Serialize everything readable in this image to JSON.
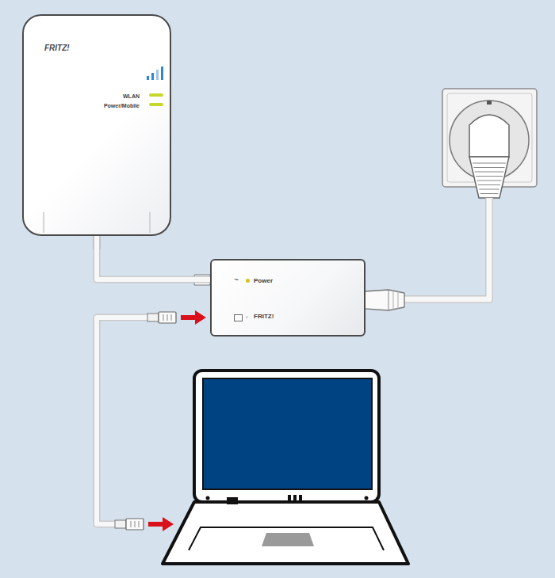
{
  "diagram": {
    "nodes": [
      {
        "text": [
          "FRITZ!",
          "WLAN",
          "Power/Mobile"
        ]
      },
      {
        "text": [
          "~",
          "Power",
          "FRITZ!"
        ]
      }
    ],
    "edges": [
      {
        "from": 0,
        "to": 1,
        "arrow": "none"
      }
    ]
  }
}
